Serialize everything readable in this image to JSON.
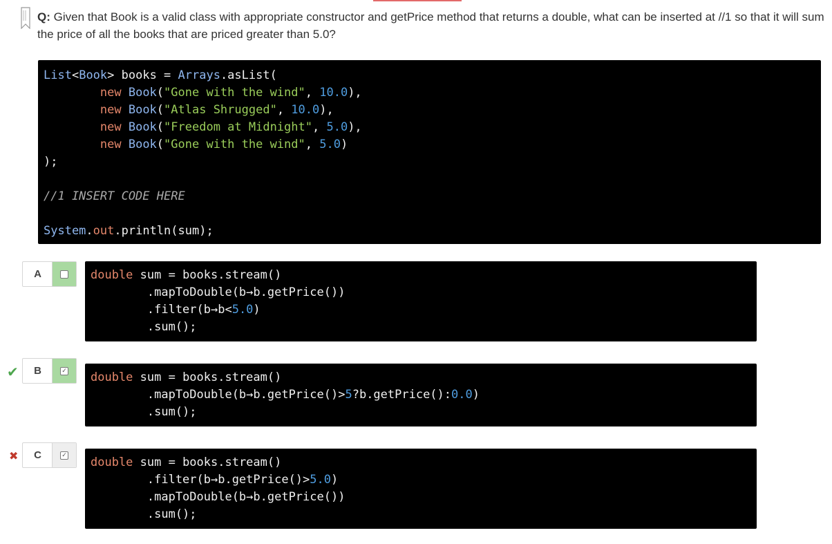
{
  "question": {
    "label": "Q:",
    "text": " Given that Book is a valid class with appropriate constructor and getPrice method that returns a double, what can be inserted at //1 so that it will sum the price of all the books that are priced greater than 5.0?"
  },
  "main_code": [
    [
      [
        "t-type",
        "List"
      ],
      [
        "t-pl",
        "<"
      ],
      [
        "t-type",
        "Book"
      ],
      [
        "t-pl",
        "> books = "
      ],
      [
        "t-type",
        "Arrays"
      ],
      [
        "t-pl",
        ".asList("
      ]
    ],
    [
      [
        "t-pl",
        "        "
      ],
      [
        "t-kw",
        "new "
      ],
      [
        "t-type",
        "Book"
      ],
      [
        "t-pl",
        "("
      ],
      [
        "t-str",
        "\"Gone with the wind\""
      ],
      [
        "t-pl",
        ", "
      ],
      [
        "t-num",
        "10.0"
      ],
      [
        "t-pl",
        "),"
      ]
    ],
    [
      [
        "t-pl",
        "        "
      ],
      [
        "t-kw",
        "new "
      ],
      [
        "t-type",
        "Book"
      ],
      [
        "t-pl",
        "("
      ],
      [
        "t-str",
        "\"Atlas Shrugged\""
      ],
      [
        "t-pl",
        ", "
      ],
      [
        "t-num",
        "10.0"
      ],
      [
        "t-pl",
        "),"
      ]
    ],
    [
      [
        "t-pl",
        "        "
      ],
      [
        "t-kw",
        "new "
      ],
      [
        "t-type",
        "Book"
      ],
      [
        "t-pl",
        "("
      ],
      [
        "t-str",
        "\"Freedom at Midnight\""
      ],
      [
        "t-pl",
        ", "
      ],
      [
        "t-num",
        "5.0"
      ],
      [
        "t-pl",
        "),"
      ]
    ],
    [
      [
        "t-pl",
        "        "
      ],
      [
        "t-kw",
        "new "
      ],
      [
        "t-type",
        "Book"
      ],
      [
        "t-pl",
        "("
      ],
      [
        "t-str",
        "\"Gone with the wind\""
      ],
      [
        "t-pl",
        ", "
      ],
      [
        "t-num",
        "5.0"
      ],
      [
        "t-pl",
        ")"
      ]
    ],
    [
      [
        "t-pl",
        ");"
      ]
    ],
    [
      [
        "t-pl",
        ""
      ]
    ],
    [
      [
        "t-cm",
        "//1 INSERT CODE HERE"
      ]
    ],
    [
      [
        "t-pl",
        ""
      ]
    ],
    [
      [
        "t-type",
        "System"
      ],
      [
        "t-pl",
        "."
      ],
      [
        "t-kw",
        "out"
      ],
      [
        "t-pl",
        ".println(sum);"
      ]
    ]
  ],
  "options": [
    {
      "letter": "A",
      "checkbox": "",
      "state": "selected",
      "mark": "",
      "code": [
        [
          [
            "t-kw",
            "double"
          ],
          [
            "t-pl",
            " sum = books.stream()"
          ]
        ],
        [
          [
            "t-pl",
            "        .mapToDouble(b→b.getPrice())"
          ]
        ],
        [
          [
            "t-pl",
            "        .filter(b→b<"
          ],
          [
            "t-num",
            "5.0"
          ],
          [
            "t-pl",
            ")"
          ]
        ],
        [
          [
            "t-pl",
            "        .sum();"
          ]
        ]
      ]
    },
    {
      "letter": "B",
      "checkbox": "✓",
      "state": "selected",
      "mark": "✔",
      "code": [
        [
          [
            "t-kw",
            "double"
          ],
          [
            "t-pl",
            " sum = books.stream()"
          ]
        ],
        [
          [
            "t-pl",
            "        .mapToDouble(b→b.getPrice()>"
          ],
          [
            "t-num",
            "5"
          ],
          [
            "t-pl",
            "?b.getPrice():"
          ],
          [
            "t-num",
            "0.0"
          ],
          [
            "t-pl",
            ")"
          ]
        ],
        [
          [
            "t-pl",
            "        .sum();"
          ]
        ]
      ]
    },
    {
      "letter": "C",
      "checkbox": "✓",
      "state": "neutral",
      "mark": "✖",
      "code": [
        [
          [
            "t-kw",
            "double"
          ],
          [
            "t-pl",
            " sum = books.stream()"
          ]
        ],
        [
          [
            "t-pl",
            "        .filter(b→b.getPrice()>"
          ],
          [
            "t-num",
            "5.0"
          ],
          [
            "t-pl",
            ")"
          ]
        ],
        [
          [
            "t-pl",
            "        .mapToDouble(b→b.getPrice())"
          ]
        ],
        [
          [
            "t-pl",
            "        .sum();"
          ]
        ]
      ]
    }
  ],
  "colors": {
    "accent": "#e26a6a",
    "selected_check_bg": "#a9d9a1",
    "correct_mark": "#4ea64e",
    "wrong_mark": "#c0392b",
    "code_bg": "#000000"
  }
}
